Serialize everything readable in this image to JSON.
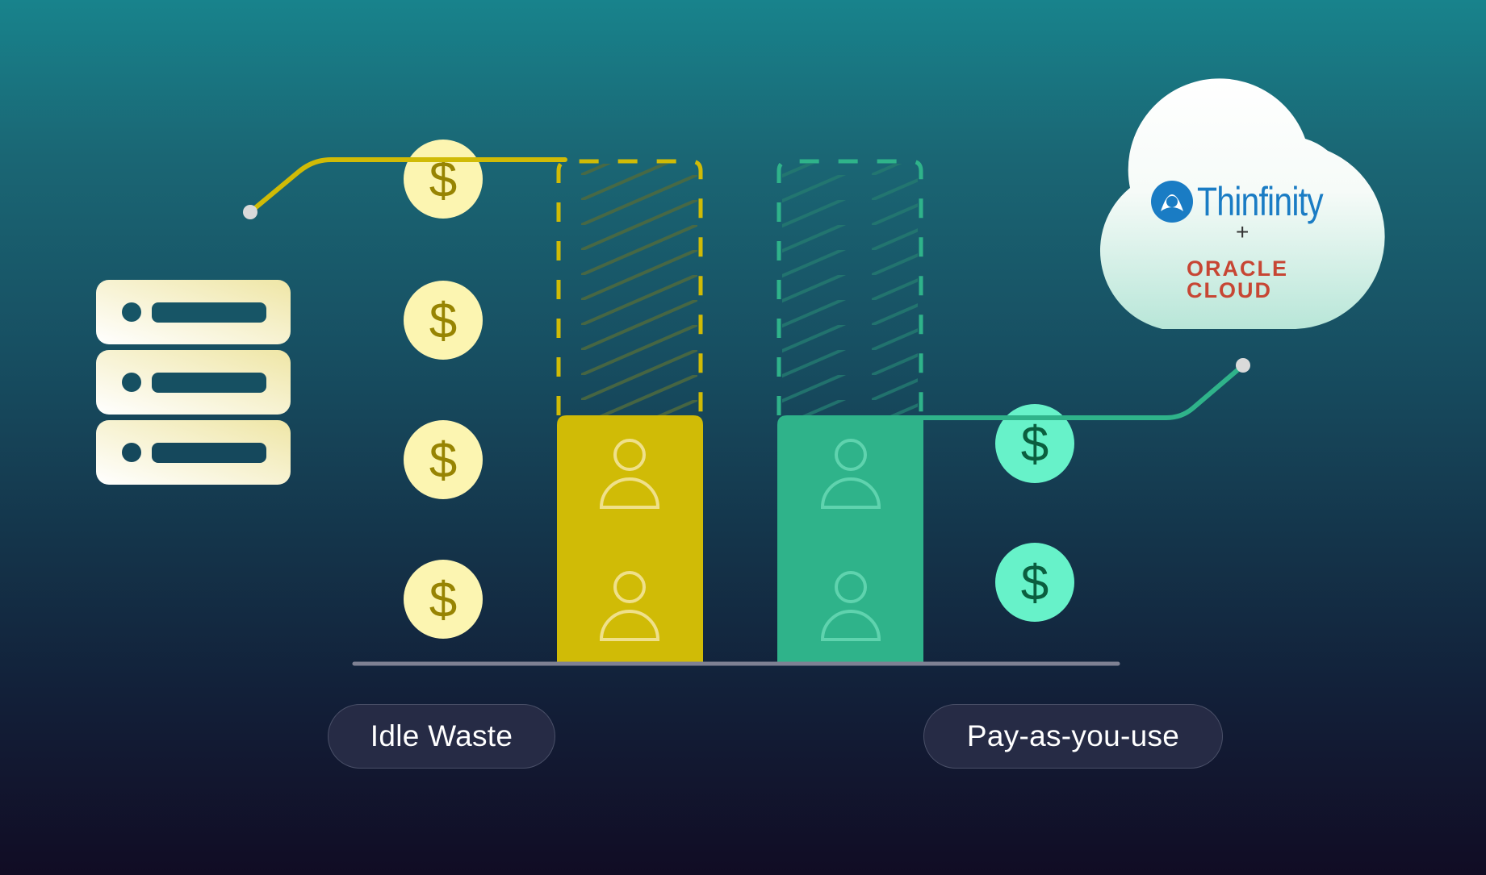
{
  "labels": {
    "left_pill": "Idle Waste",
    "right_pill": "Pay-as-you-use"
  },
  "cloud": {
    "brand_primary": "Thinfinity",
    "joiner": "+",
    "brand_secondary_line1": "ORACLE",
    "brand_secondary_line2": "CLOUD"
  },
  "icons": {
    "server": "server-stack-icon",
    "coin": "dollar-coin-icon",
    "user": "user-icon",
    "cloud": "cloud-icon",
    "logo": "thinfinity-logo-icon"
  },
  "colors": {
    "idle_accent": "#d0bb06",
    "idle_coin_fill": "#fcf5b1",
    "idle_coin_glyph": "#978402",
    "payg_accent": "#2fb38a",
    "payg_coin_fill": "#67f2c9",
    "payg_coin_glyph": "#0b5e3f",
    "baseline": "#7e8193",
    "connector_dot": "#dadada",
    "oracle_red": "#c74634",
    "thinfinity_blue": "#1a7cc4"
  },
  "diagram": {
    "idle_waste": {
      "coins": 4,
      "active_users": 2,
      "provisioned_capacity_slots": 4,
      "note": "Dashed hatched region = unused provisioned capacity"
    },
    "pay_as_you_use": {
      "coins": 2,
      "active_users": 2,
      "provisioned_capacity_slots": 2
    }
  }
}
